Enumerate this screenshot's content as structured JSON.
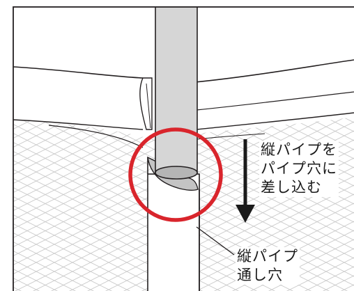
{
  "labels": {
    "insert_instruction": [
      "縦パイプを",
      "パイプ穴に",
      "差し込む"
    ],
    "pipe_hole": [
      "縦パイプ",
      "通し穴"
    ]
  },
  "colors": {
    "pipe_fill": "#d6d6d6",
    "pipe_top": "#b5b5b5",
    "outline": "#231f20",
    "mesh": "#c9c9c9",
    "highlight_circle": "#d9252c",
    "arrow": "#1a1a1a",
    "sleeve_fill": "#ffffff"
  },
  "icons": {
    "direction": "arrow-down-icon",
    "highlight": "red-circle-highlight"
  }
}
